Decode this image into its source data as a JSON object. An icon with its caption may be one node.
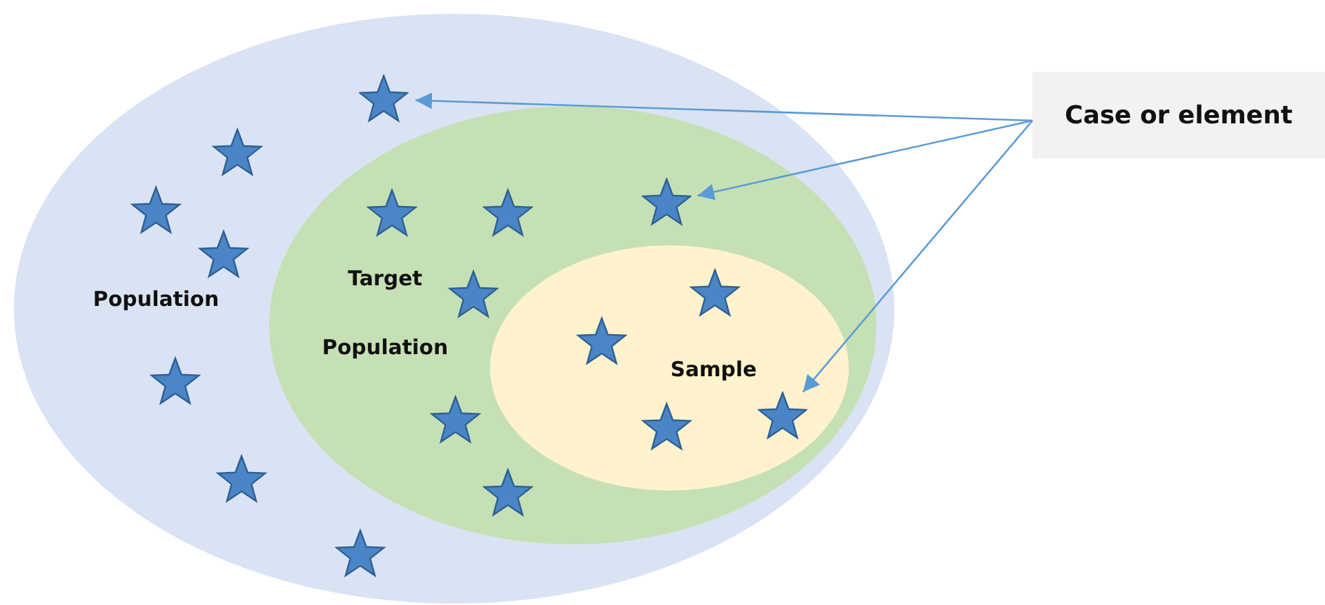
{
  "diagram": {
    "nodes": [
      {
        "text": [
          "Population"
        ]
      },
      {
        "text": [
          "Target Population"
        ],
        "in": 0
      },
      {
        "text": [
          "Sample"
        ],
        "in": 1
      },
      {
        "text": [
          "Case or element"
        ]
      },
      {
        "text": [],
        "shape": "star",
        "in": 0
      },
      {
        "text": [],
        "shape": "star",
        "in": 1
      },
      {
        "text": [],
        "shape": "star",
        "in": 2
      }
    ],
    "edges": [
      {
        "from": 3,
        "to": 4,
        "arrow": "to"
      },
      {
        "from": 3,
        "to": 5,
        "arrow": "to"
      },
      {
        "from": 3,
        "to": 6,
        "arrow": "to"
      }
    ]
  }
}
